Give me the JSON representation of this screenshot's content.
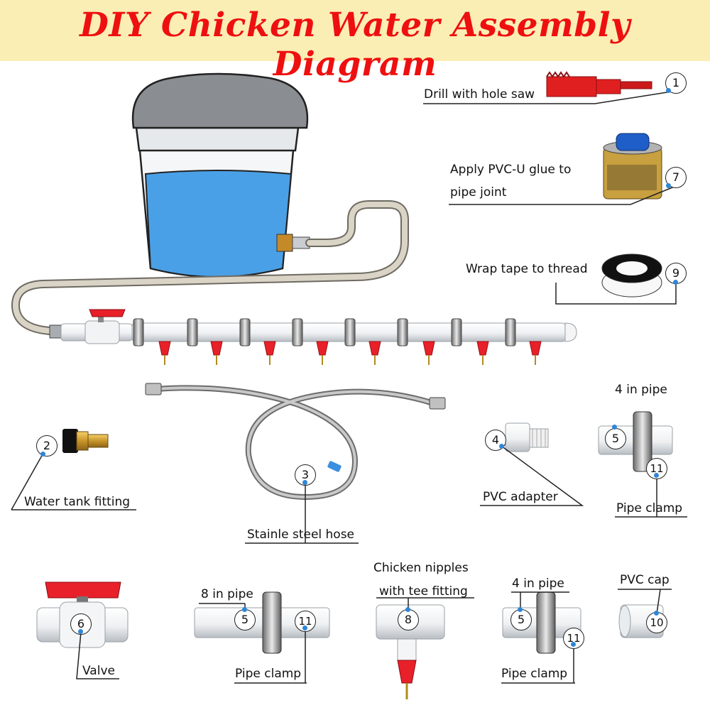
{
  "title": "DIY Chicken Water Assembly Diagram",
  "colors": {
    "banner": "#fbeeb4",
    "title": "#ee1010",
    "water": "#4aa0e6",
    "valve_handle": "#e8202a",
    "nipple": "#e8202a",
    "callout_dot": "#2f86d6"
  },
  "parts": [
    {
      "number": "1",
      "label": "Drill with hole saw",
      "icon": "hole-saw-icon"
    },
    {
      "number": "2",
      "label": "Water tank fitting",
      "icon": "tank-fitting-icon"
    },
    {
      "number": "3",
      "label": "Stainle steel hose",
      "icon": "steel-hose-icon"
    },
    {
      "number": "4",
      "label": "PVC adapter",
      "icon": "pvc-adapter-icon"
    },
    {
      "number": "5",
      "label": "4 in pipe",
      "icon": "pipe-icon"
    },
    {
      "number": "6",
      "label": "Valve",
      "icon": "ball-valve-icon"
    },
    {
      "number": "7",
      "label_line1": "Apply PVC-U glue to",
      "label_line2": "pipe joint",
      "icon": "glue-can-icon"
    },
    {
      "number": "8",
      "label_line1": "Chicken nipples",
      "label_line2": "with tee fitting",
      "icon": "nipple-tee-icon"
    },
    {
      "number": "9",
      "label": "Wrap tape to thread",
      "icon": "thread-tape-icon"
    },
    {
      "number": "10",
      "label": "PVC cap",
      "icon": "pvc-cap-icon"
    },
    {
      "number": "11",
      "label": "Pipe clamp",
      "icon": "pipe-clamp-icon"
    }
  ],
  "extra_labels": {
    "eight_in_pipe": "8 in pipe",
    "pipe_clamp": "Pipe clamp",
    "four_in_pipe": "4 in pipe"
  }
}
